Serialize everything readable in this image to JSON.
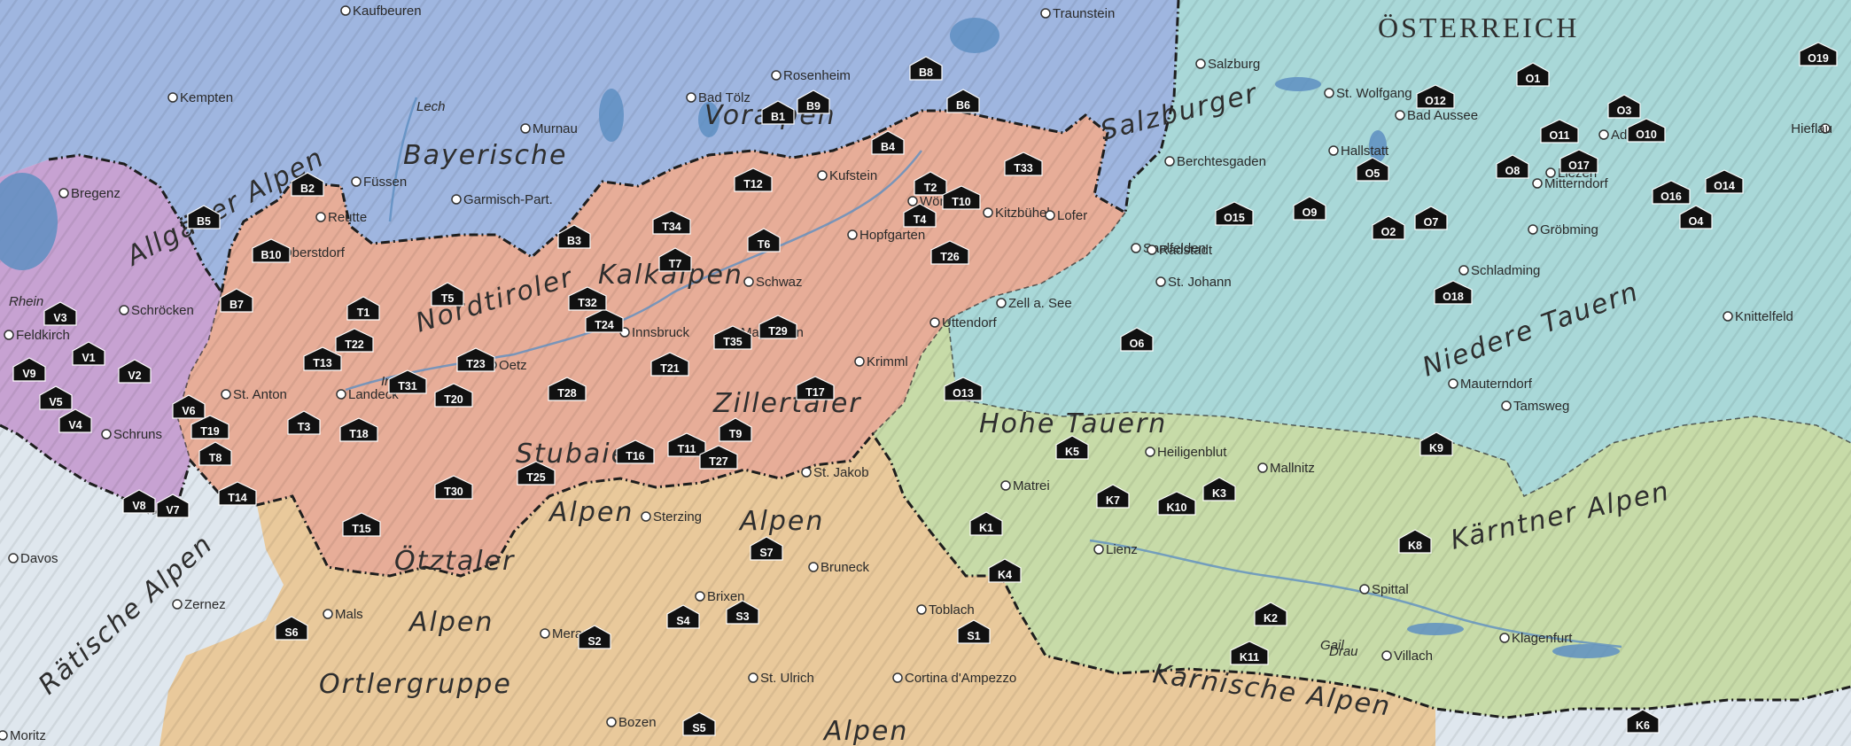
{
  "country": "ÖSTERREICH",
  "regions": [
    "Allgäuer Alpen",
    "Bayerische",
    "Voralpen",
    "Salzburger",
    "Nordtiroler",
    "Kalkalpen",
    "Zillertaler",
    "Stubaier",
    "Alpen",
    "Alpen",
    "Ötztaler",
    "Alpen",
    "Hohe Tauern",
    "Niedere Tauern",
    "Kärntner Alpen",
    "Rätische Alpen",
    "Ortlergruppe",
    "Karnische Alpen",
    "Alpen"
  ],
  "towns": [
    "Kaufbeuren",
    "Kempten",
    "Bregenz",
    "Füssen",
    "Murnau",
    "Bad Tölz",
    "Rosenheim",
    "Traunstein",
    "Garmisch-Part.",
    "Reutte",
    "Oberstdorf",
    "Schröcken",
    "Feldkirch",
    "Schruns",
    "St. Anton",
    "Landeck",
    "Oetz",
    "Innsbruck",
    "Schwaz",
    "Kufstein",
    "Wörgl",
    "Hopfgarten",
    "Kitzbühel",
    "Lofer",
    "Mayrhofen",
    "Krimml",
    "Uttendorf",
    "Zell a. See",
    "Saalfelden",
    "Berchtesgaden",
    "Salzburg",
    "St. Wolfgang",
    "Hallstatt",
    "Bad Aussee",
    "Admont",
    "Hieflau",
    "Liezen",
    "Mitterndorf",
    "Gröbming",
    "Radstadt",
    "St. Johann",
    "Schladming",
    "Mauterndorf",
    "Tamsweg",
    "Knittelfeld",
    "Matrei",
    "Heiligenblut",
    "Mallnitz",
    "Lienz",
    "Spittal",
    "Villach",
    "Klagenfurt",
    "St. Jakob",
    "Sterzing",
    "Bruneck",
    "Brixen",
    "Toblach",
    "Meran",
    "Mals",
    "Cortina d'Ampezzo",
    "St. Ulrich",
    "Bozen",
    "Davos",
    "Zernez",
    "Moritz",
    "Rhein",
    "Lech",
    "Inn",
    "Drau",
    "Gail"
  ],
  "markers": [
    "B1",
    "B2",
    "B3",
    "B4",
    "B5",
    "B6",
    "B7",
    "B8",
    "B9",
    "B10",
    "V1",
    "V2",
    "V3",
    "V4",
    "V5",
    "V6",
    "V7",
    "V8",
    "V9",
    "T1",
    "T2",
    "T3",
    "T4",
    "T5",
    "T6",
    "T7",
    "T8",
    "T9",
    "T10",
    "T11",
    "T12",
    "T13",
    "T14",
    "T15",
    "T16",
    "T17",
    "T18",
    "T19",
    "T20",
    "T21",
    "T22",
    "T23",
    "T24",
    "T25",
    "T26",
    "T27",
    "T28",
    "T29",
    "T30",
    "T31",
    "T32",
    "T33",
    "T34",
    "T35",
    "O1",
    "O2",
    "O3",
    "O5",
    "O6",
    "O7",
    "O8",
    "O9",
    "O10",
    "O11",
    "O12",
    "O13",
    "O14",
    "O15",
    "O16",
    "O17",
    "O18",
    "O19",
    "O4",
    "K1",
    "K2",
    "K3",
    "K4",
    "K5",
    "K6",
    "K7",
    "K8",
    "K9",
    "K10",
    "K11",
    "S1",
    "S2",
    "S3",
    "S4",
    "S5",
    "S6",
    "S7"
  ],
  "colors": {
    "bavaria": "#9fb6e0",
    "vorarlberg": "#c7a2d2",
    "tirol": "#e7ad98",
    "salzburg_upper": "#a9d8d8",
    "carinthia": "#c7dba8",
    "south_tyrol": "#e9c99b",
    "switzerland": "#dde6ec",
    "water": "#5e8fc2",
    "border": "#1e1e1e",
    "marker": "#111111"
  }
}
